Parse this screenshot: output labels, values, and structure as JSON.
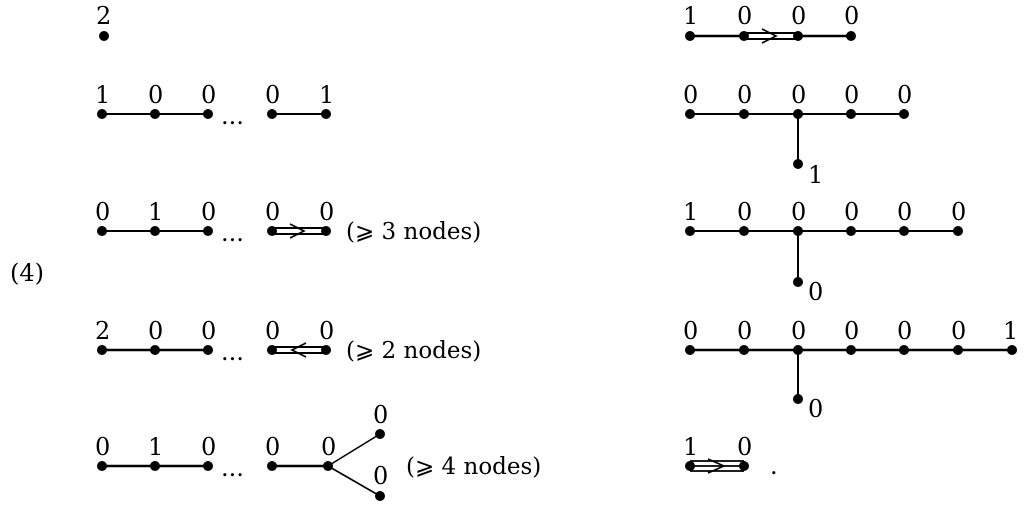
{
  "equation_label": "(4)",
  "period": ".",
  "dots": "...",
  "left": {
    "d1": {
      "labels": [
        "2"
      ]
    },
    "d2": {
      "labels": [
        "1",
        "0",
        "0",
        "0",
        "1"
      ]
    },
    "d3": {
      "labels": [
        "0",
        "1",
        "0",
        "0",
        "0"
      ],
      "note": "(⩾ 3 nodes)"
    },
    "d4": {
      "labels": [
        "2",
        "0",
        "0",
        "0",
        "0"
      ],
      "note": "(⩾ 2 nodes)"
    },
    "d5": {
      "labels": [
        "0",
        "1",
        "0",
        "0",
        "0",
        "0",
        "0"
      ],
      "note": "(⩾ 4 nodes)"
    }
  },
  "right": {
    "r1": {
      "labels": [
        "1",
        "0",
        "0",
        "0"
      ]
    },
    "r2": {
      "labels": [
        "0",
        "0",
        "0",
        "0",
        "0",
        "1"
      ]
    },
    "r3": {
      "labels": [
        "1",
        "0",
        "0",
        "0",
        "0",
        "0",
        "0"
      ]
    },
    "r4": {
      "labels": [
        "0",
        "0",
        "0",
        "0",
        "0",
        "0",
        "1",
        "0"
      ]
    },
    "r5": {
      "labels": [
        "1",
        "0"
      ]
    }
  }
}
